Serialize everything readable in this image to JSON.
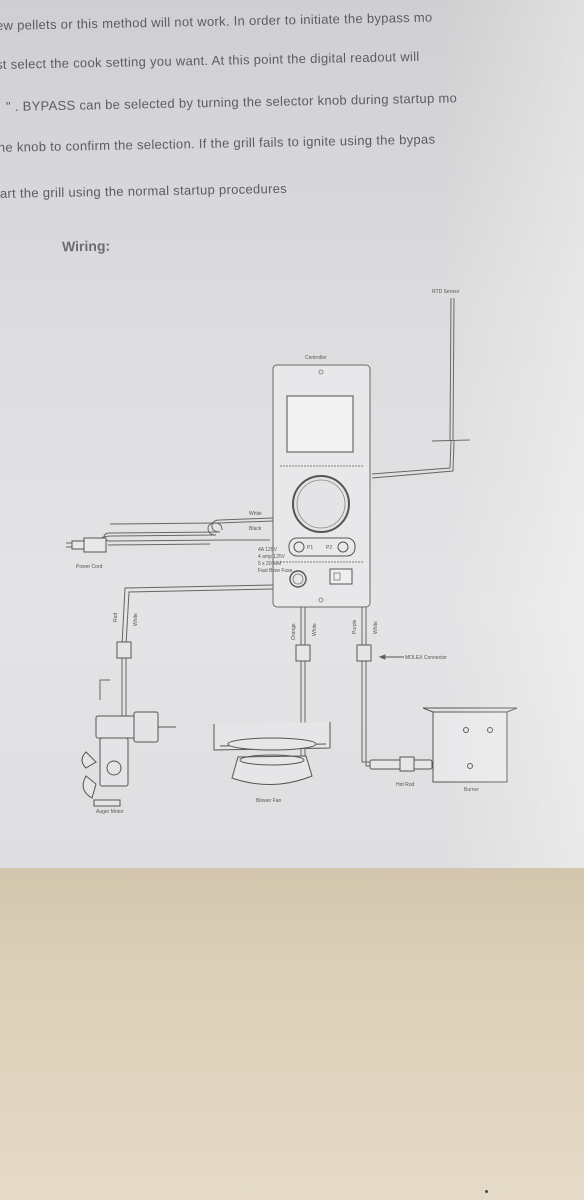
{
  "document": {
    "paragraph_lines": [
      "ew pellets or this method will not work. In order to initiate the bypass mo",
      "st select the cook setting you want. At this point the digital readout will",
      "\" . BYPASS can be selected by turning the selector knob during startup mo",
      "the knob to confirm the selection. If the grill fails to ignite using the bypas",
      "tart the grill using the normal startup procedures"
    ],
    "heading": "Wiring:"
  },
  "diagram": {
    "labels": {
      "rtd_sensor": "RTD Sensor",
      "controller": "Controller",
      "white_top": "White",
      "black": "Black",
      "power_cord": "Power Cord",
      "fuse_line1": "4A 125V",
      "fuse_line2": "4 amp 125V",
      "fuse_line3": "5 x 20 MM",
      "fuse_line4": "Fast Blow Fuse",
      "p1": "P1",
      "p2": "P2",
      "red": "Red",
      "white_left": "White",
      "orange": "Orange",
      "white_mid": "White",
      "purple": "Purple",
      "white_right": "White",
      "molex": "MOLEX Connector",
      "auger_motor": "Auger Motor",
      "blower_fan": "Blower Fan",
      "hot_rod": "Hot Rod",
      "burner": "Burner"
    }
  }
}
